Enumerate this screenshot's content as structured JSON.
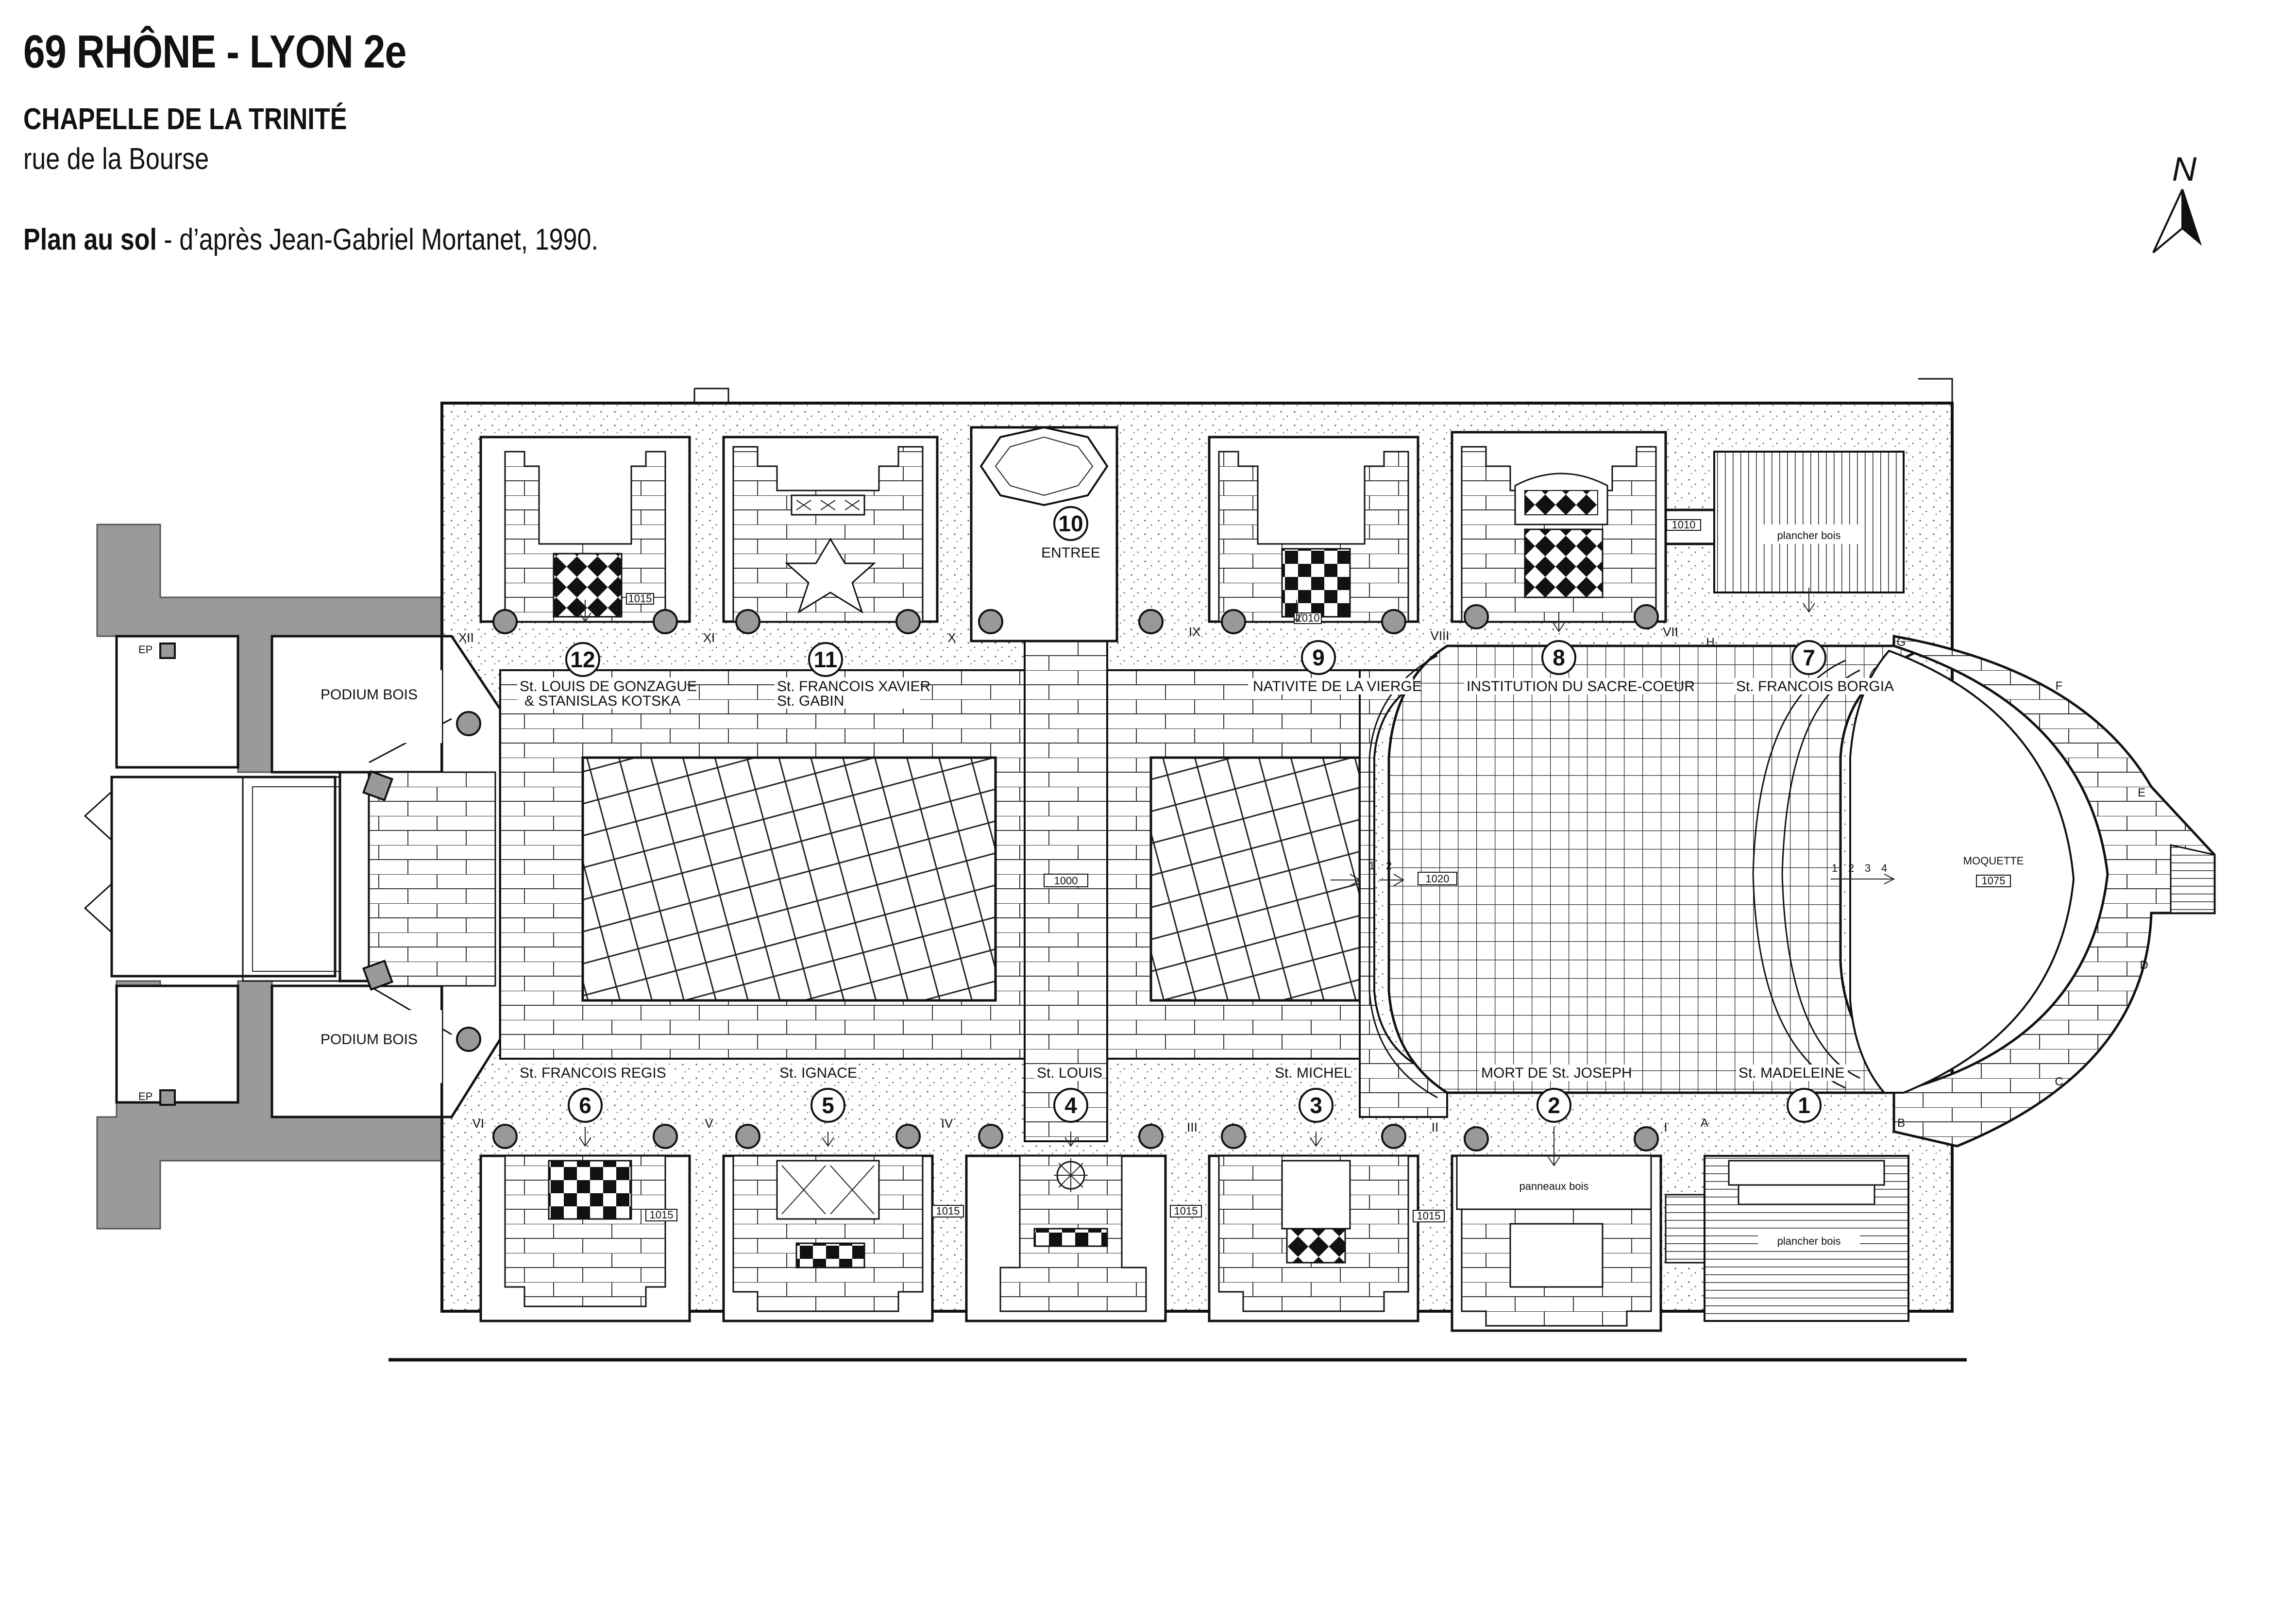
{
  "header": {
    "title": "69 RHÔNE - LYON 2e",
    "building": "CHAPELLE DE LA TRINITÉ",
    "street": "rue de la Bourse",
    "plan_label": "Plan au sol",
    "plan_source": " - d’après Jean-Gabriel Mortanet, 1990."
  },
  "compass": {
    "north": "N"
  },
  "rooms": {
    "podium_top": "PODIUM BOIS",
    "podium_bottom": "PODIUM BOIS",
    "entree": "ENTREE",
    "moquette": "MOQUETTE",
    "plancher_top": "plancher bois",
    "plancher_bottom": "plancher bois",
    "panneaux": "panneaux bois"
  },
  "chapels": [
    {
      "num": "1",
      "name": "St. MADELEINE"
    },
    {
      "num": "2",
      "name": "MORT DE St. JOSEPH"
    },
    {
      "num": "3",
      "name": "St. MICHEL"
    },
    {
      "num": "4",
      "name": "St. LOUIS"
    },
    {
      "num": "5",
      "name": "St. IGNACE"
    },
    {
      "num": "6",
      "name": "St. FRANCOIS REGIS"
    },
    {
      "num": "7",
      "name": "St. FRANCOIS BORGIA"
    },
    {
      "num": "8",
      "name": "INSTITUTION DU SACRE-COEUR"
    },
    {
      "num": "9",
      "name": "NATIVITE DE LA VIERGE"
    },
    {
      "num": "10",
      "name": ""
    },
    {
      "num": "11",
      "name": "St. FRANCOIS XAVIER",
      "sub": "St. GABIN"
    },
    {
      "num": "12",
      "name": "St. LOUIS DE GONZAGUE",
      "sub": "& STANISLAS KOTSKA"
    }
  ],
  "bays_top": [
    "XII",
    "XI",
    "X",
    "IX",
    "VIII",
    "VII"
  ],
  "bays_bottom": [
    "VI",
    "V",
    "IV",
    "III",
    "II",
    "I"
  ],
  "apse_letters": [
    "G",
    "F",
    "E",
    "D",
    "C",
    "B",
    "A",
    "H"
  ],
  "steps": [
    "1",
    "2",
    "3",
    "4"
  ],
  "steps_nave": [
    "1",
    "2"
  ],
  "levels": {
    "nave": "1000",
    "crossing": "1020",
    "moquette": "1075",
    "top_chapel_12": "1015",
    "top_chapel_9": "1010",
    "top_sacristy": "1010",
    "bottom_chapel_5": "1015",
    "bottom_chapel_4": "1015",
    "bottom_chapel_3": "1015",
    "bottom_chapel_6": "1015"
  },
  "sanitary": {
    "top": "EP",
    "bottom": "EP"
  }
}
